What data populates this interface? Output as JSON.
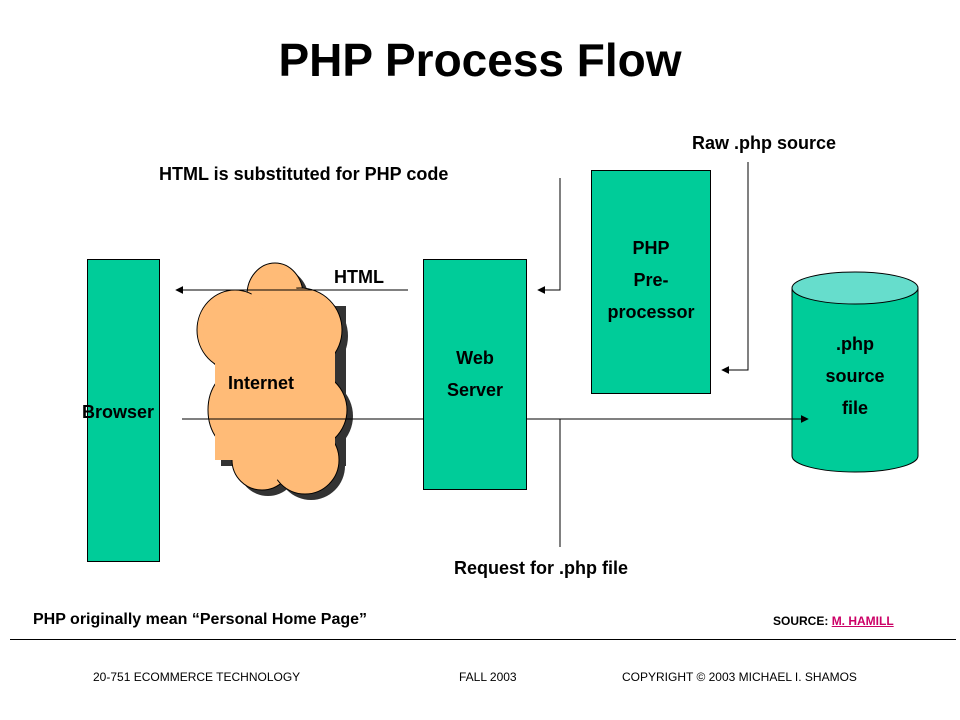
{
  "title": "PHP Process Flow",
  "labels": {
    "raw_php_source": "Raw .php source",
    "html_substituted": "HTML is substituted for PHP code",
    "html": "HTML",
    "request": "Request for .php file",
    "note": "PHP originally mean “Personal Home Page”"
  },
  "nodes": {
    "browser": "Browser",
    "internet": "Internet",
    "web_server": [
      "Web",
      "Server"
    ],
    "php_preprocessor": [
      "PHP",
      "Pre-",
      "processor"
    ],
    "php_source_file": [
      ".php",
      "source",
      "file"
    ]
  },
  "source": {
    "prefix": "SOURCE:",
    "author": "M. HAMILL"
  },
  "footer": {
    "left": "20-751 ECOMMERCE TECHNOLOGY",
    "center": "FALL 2003",
    "right": "COPYRIGHT © 2003 MICHAEL I. SHAMOS"
  },
  "colors": {
    "box_fill": "#00CC99",
    "cylinder_top": "#66DDCC",
    "cloud_fill": "#FFBB77",
    "link": "#CC0066"
  }
}
